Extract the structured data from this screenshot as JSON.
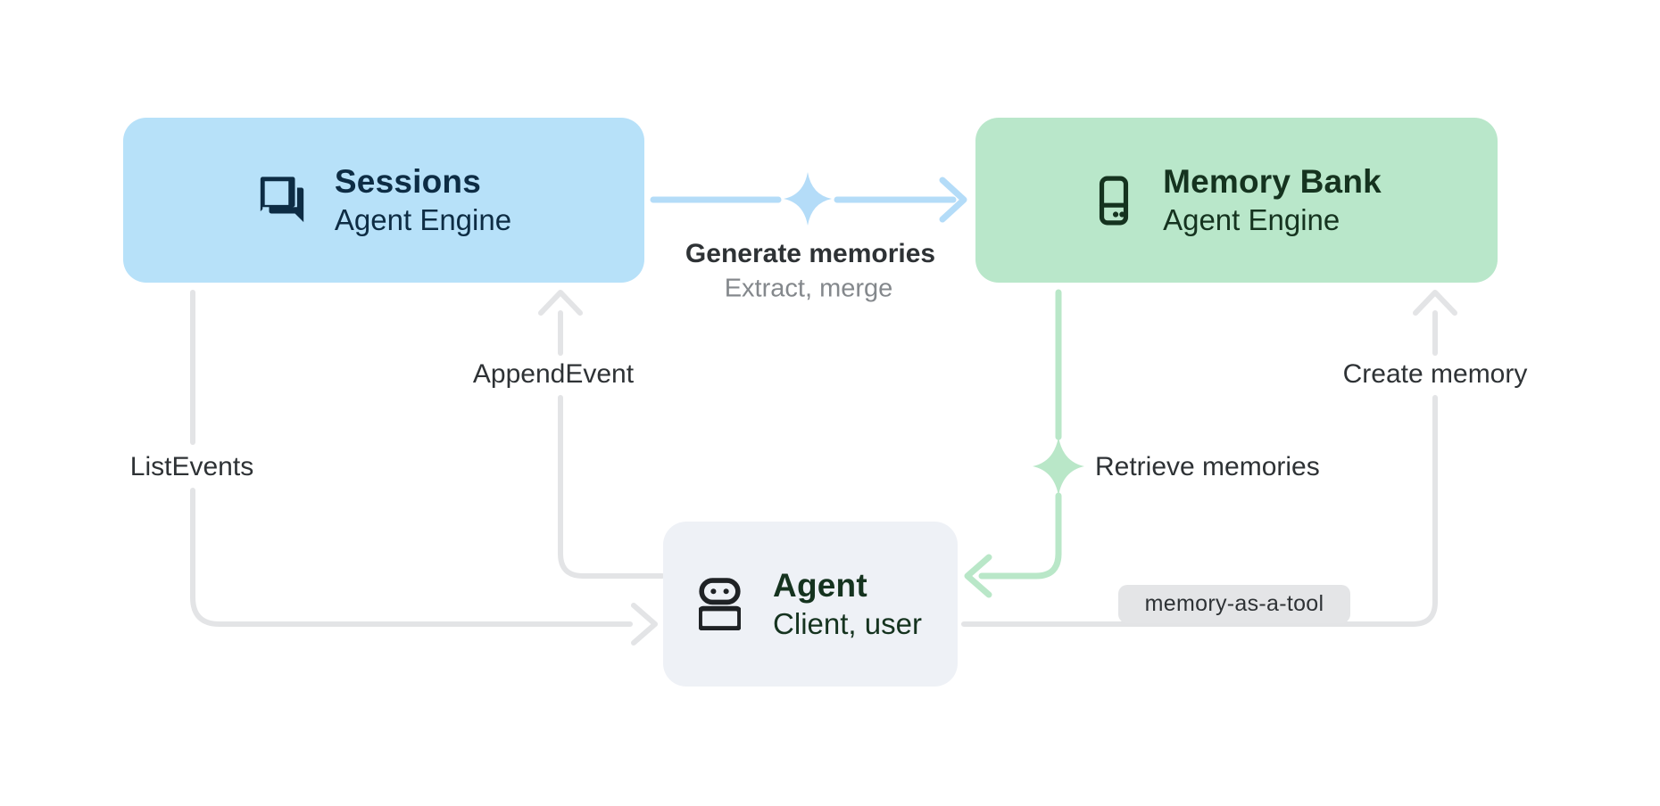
{
  "diagram": {
    "nodes": {
      "sessions": {
        "title": "Sessions",
        "subtitle": "Agent Engine",
        "icon": "chat-bubbles-icon"
      },
      "memory_bank": {
        "title": "Memory Bank",
        "subtitle": "Agent Engine",
        "icon": "storage-drive-icon"
      },
      "agent": {
        "title": "Agent",
        "subtitle": "Client, user",
        "icon": "robot-icon"
      }
    },
    "edges": {
      "generate_memories": {
        "label": "Generate memories",
        "sublabel": "Extract, merge",
        "from": "sessions",
        "to": "memory_bank",
        "icon": "sparkle-icon"
      },
      "retrieve_memories": {
        "label": "Retrieve memories",
        "from": "memory_bank",
        "to": "agent",
        "icon": "sparkle-icon"
      },
      "append_event": {
        "label": "AppendEvent",
        "from": "agent",
        "to": "sessions"
      },
      "list_events": {
        "label": "ListEvents",
        "from": "sessions",
        "to": "agent"
      },
      "create_memory": {
        "label": "Create memory",
        "badge": "memory-as-a-tool",
        "from": "agent",
        "to": "memory_bank"
      }
    }
  },
  "colors": {
    "page_bg": "#ffffff",
    "sessions_bg": "#b7e1f9",
    "sessions_fg": "#0d2c44",
    "memory_bg": "#b9e7ca",
    "memory_fg": "#15331f",
    "agent_bg": "#eef1f6",
    "agent_fg": "#15331f",
    "agent_icon": "#1f2225",
    "blue_arrow": "#b4dcf8",
    "green_arrow": "#b9e7c8",
    "gray_line": "#e3e4e6",
    "label_dark": "#2e3235",
    "label_gray": "#84888c",
    "badge_bg": "#e4e5e7",
    "badge_fg": "#2e3235"
  }
}
